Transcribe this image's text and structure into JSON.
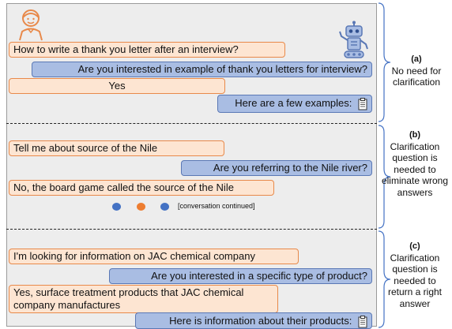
{
  "colors": {
    "user_bubble_fill": "#fde5d2",
    "user_bubble_border": "#e8894a",
    "bot_bubble_fill": "#a9bde3",
    "bot_bubble_border": "#5a78b5",
    "panel": "#ededed",
    "dot_blue": "#4472c4",
    "dot_orange": "#ed7d31",
    "brace": "#4472c4"
  },
  "icons": {
    "user": "user-avatar-icon",
    "robot": "robot-icon",
    "document": "clipboard-document-icon"
  },
  "section_a": {
    "messages": [
      "How to write a thank you letter after an interview?",
      "Are you interested in example of thank you letters for interview?",
      "Yes",
      "Here are a few examples:"
    ],
    "label_letter": "(a)",
    "label_text": "No need for clarification"
  },
  "section_b": {
    "messages": [
      "Tell me about source of the Nile",
      "Are you referring to the Nile river?",
      "No, the board game called the source of the Nile"
    ],
    "continued": "[conversation continued]",
    "label_letter": "(b)",
    "label_text": "Clarification question is needed to eliminate wrong answers"
  },
  "section_c": {
    "messages": [
      "I'm looking for information on JAC chemical company",
      "Are you interested in a specific type of product?",
      "Yes, surface treatment products that JAC chemical company manufactures",
      "Here is information about their products:"
    ],
    "label_letter": "(c)",
    "label_text": "Clarification question is needed to return a right answer"
  }
}
